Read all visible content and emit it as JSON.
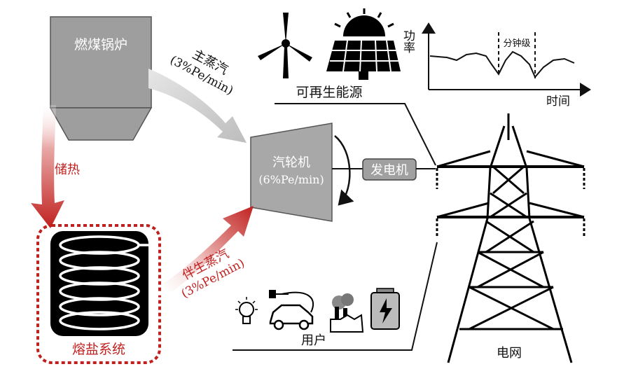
{
  "boiler": {
    "label": "燃煤锅炉"
  },
  "main_steam": {
    "label": "主蒸汽",
    "rate": "(3%Pe/min)"
  },
  "turbine": {
    "label": "汽轮机",
    "rate": "(6%Pe/min)"
  },
  "generator": {
    "label": "发电机"
  },
  "heat_storage": {
    "label": "储热"
  },
  "molten_salt": {
    "label": "熔盐系统"
  },
  "companion_steam": {
    "label": "伴生蒸汽",
    "rate": "(3%Pe/min)"
  },
  "renewable": {
    "label": "可再生能源"
  },
  "power_chart": {
    "ylabel": "功率",
    "xlabel": "时间",
    "annotation": "分钟级"
  },
  "users": {
    "label": "用户"
  },
  "grid": {
    "label": "电网"
  },
  "colors": {
    "boiler": "#9e9e9e",
    "turbine": "#a8a8a8",
    "generator": "#a0a0a0",
    "red": "#c0211f",
    "arrow_gray": "#c9c9c9",
    "ink": "#111111"
  }
}
